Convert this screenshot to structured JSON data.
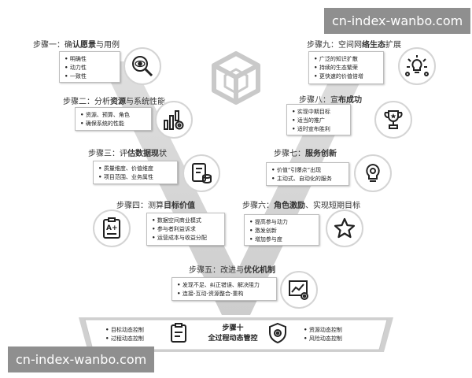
{
  "watermark_top": "cn-index-wanbo.com",
  "watermark_bottom": "cn-index-wanbo.com",
  "steps": {
    "s1": {
      "prefix": "步骤一：确",
      "bold": "认愿景",
      "suffix": "与用例",
      "items": [
        "明确性",
        "动力性",
        "一致性"
      ],
      "icon": "magnifier-eye-icon"
    },
    "s2": {
      "prefix": "步骤二：分析",
      "bold": "资源",
      "suffix": "与系统性能",
      "items": [
        "资源、预算、角色",
        "确保系统的性能"
      ],
      "icon": "bar-chart-gear-icon"
    },
    "s3": {
      "prefix": "步骤三：评",
      "bold": "估数据现",
      "suffix": "状",
      "items": [
        "质量维度、价值维度",
        "项目范围、业务属性"
      ],
      "icon": "database-document-icon"
    },
    "s4": {
      "prefix": "步骤四：测算",
      "bold": "目标价值",
      "suffix": "",
      "items": [
        "数据空间商业模式",
        "参与者利益诉求",
        "运营成本与收益分配"
      ],
      "icon": "clipboard-grade-icon"
    },
    "s5": {
      "prefix": "步骤五：改进与",
      "bold": "优化机制",
      "suffix": "",
      "items": [
        "发现不足、纠正错误、解决阻力",
        "连接-互动-资源整合-重构"
      ],
      "icon": "chart-gear-icon"
    },
    "s6": {
      "prefix": "步骤六：",
      "bold": "角色激励",
      "suffix": "、实现短期目标",
      "items": [
        "提高参与动力",
        "激发创新",
        "增加参与度"
      ],
      "icon": "star-icon"
    },
    "s7": {
      "prefix": "步骤七：",
      "bold": "服务创新",
      "suffix": "",
      "items": [
        "价值“引爆点”出现",
        "主动式、自动化的服务"
      ],
      "icon": "lightbulb-gear-icon"
    },
    "s8": {
      "prefix": "步骤八：宣",
      "bold": "布成功",
      "suffix": "",
      "items": [
        "实现中期目标",
        "适当的推广",
        "适时宣布胜利"
      ],
      "icon": "trophy-icon"
    },
    "s9": {
      "prefix": "步骤九：空间网",
      "bold": "络生态",
      "suffix": "扩展",
      "items": [
        "广泛的知识扩散",
        "持续的生态繁荣",
        "更快速的价值倍增"
      ],
      "icon": "lightbulb-network-icon"
    }
  },
  "bottom": {
    "title_line1": "步骤十",
    "title_line2": "全过程动态管控",
    "left_items": [
      "目标动态控制",
      "过程动态控制"
    ],
    "right_items": [
      "资源动态控制",
      "风险动态控制"
    ]
  }
}
